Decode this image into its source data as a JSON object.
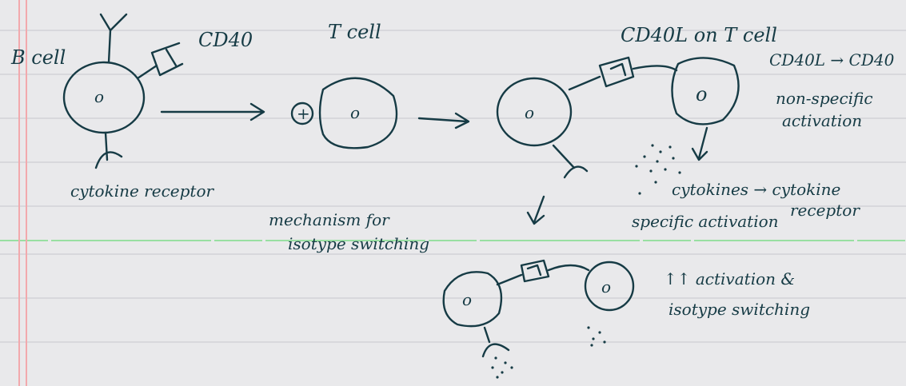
{
  "labels": {
    "b_cell": "B cell",
    "cd40": "CD40",
    "t_cell": "T cell",
    "cd40l_on_tcell": "CD40L on T cell",
    "cd40l_to_cd40": "CD40L → CD40",
    "nonspecific_1": "non-specific",
    "nonspecific_2": "activation",
    "cytokine_receptor": "cytokine receptor",
    "mechanism_1": "mechanism for",
    "mechanism_2": "isotype switching",
    "cytokines_arrow": "cytokines → cytokine",
    "receptor": "receptor",
    "specific_activation": "specific activation",
    "up_activation_1": "↑↑ activation &",
    "up_activation_2": "isotype switching",
    "plus_sign": "+",
    "nucleus_mark": "o"
  },
  "colors": {
    "ink": "#163b45",
    "paper": "#e9e9eb",
    "rule_line": "#c8c8cc",
    "margin_line": "#f2a9ad",
    "highlight_line": "#7fdc8a"
  }
}
